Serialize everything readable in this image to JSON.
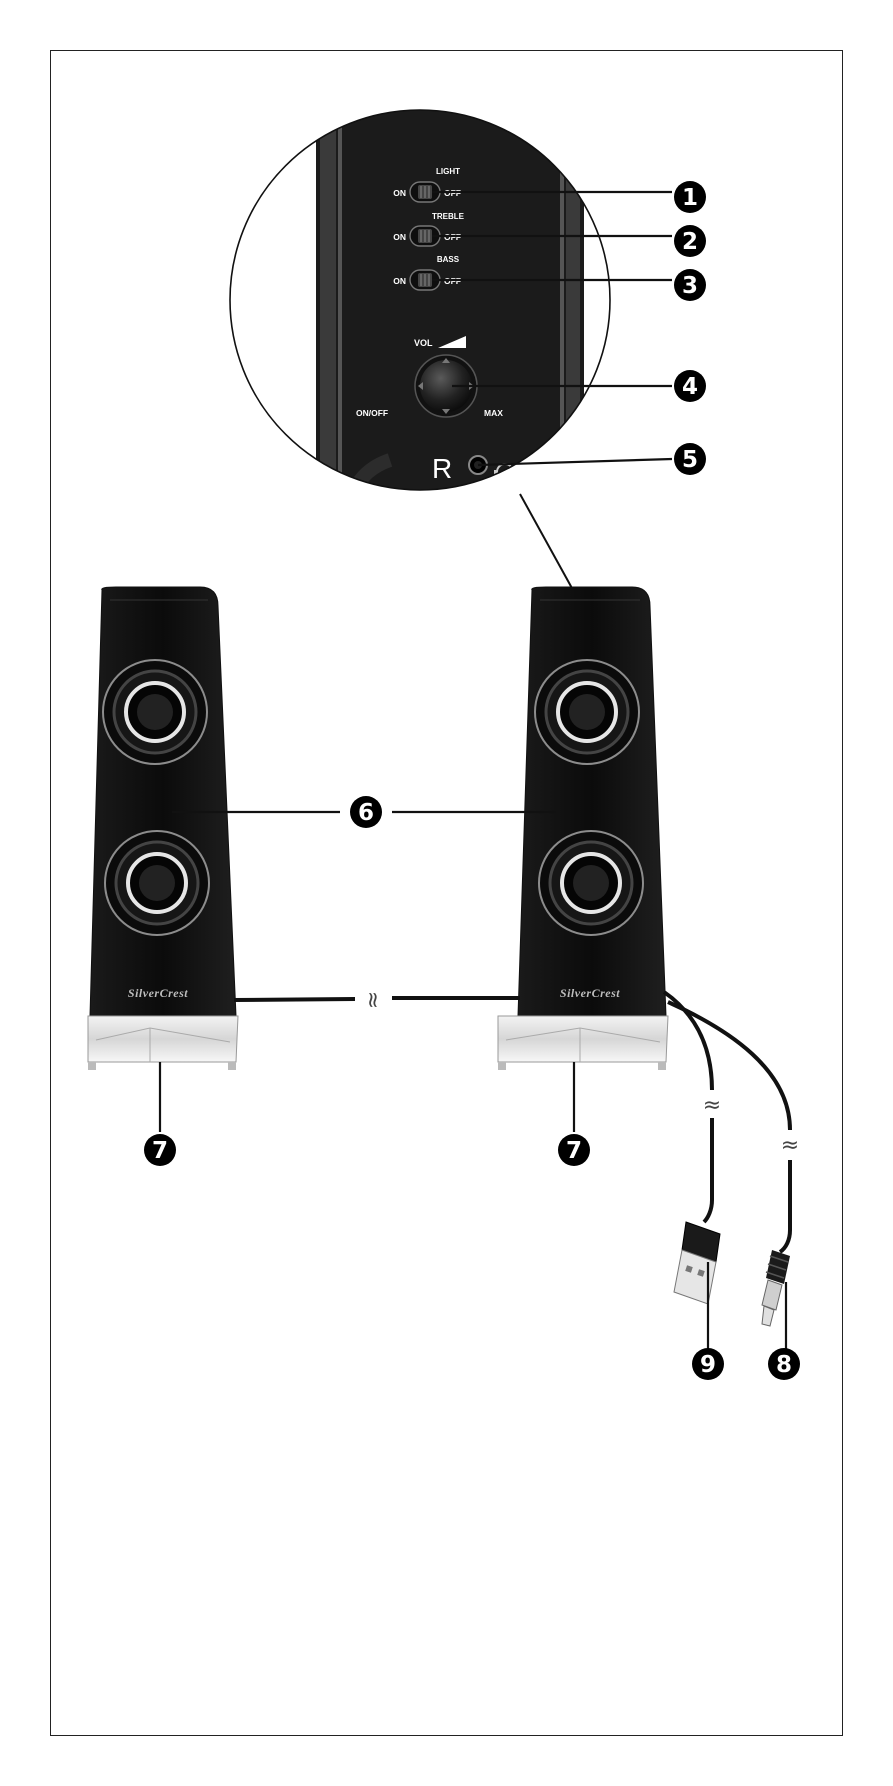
{
  "panel": {
    "switches": [
      {
        "label": "LIGHT",
        "on": "ON",
        "off": "OFF"
      },
      {
        "label": "TREBLE",
        "on": "ON",
        "off": "OFF"
      },
      {
        "label": "BASS",
        "on": "ON",
        "off": "OFF"
      }
    ],
    "volume_label": "VOL",
    "onoff_label": "ON/OFF",
    "max_label": "MAX",
    "side_label": "R"
  },
  "speakers": {
    "left_brand": "SilverCrest",
    "right_brand": "SilverCrest"
  },
  "callouts": {
    "c1": "1",
    "c2": "2",
    "c3": "3",
    "c4": "4",
    "c5": "5",
    "c6": "6",
    "c7": "7",
    "c8": "8",
    "c9": "9"
  },
  "break_mark": "≈"
}
